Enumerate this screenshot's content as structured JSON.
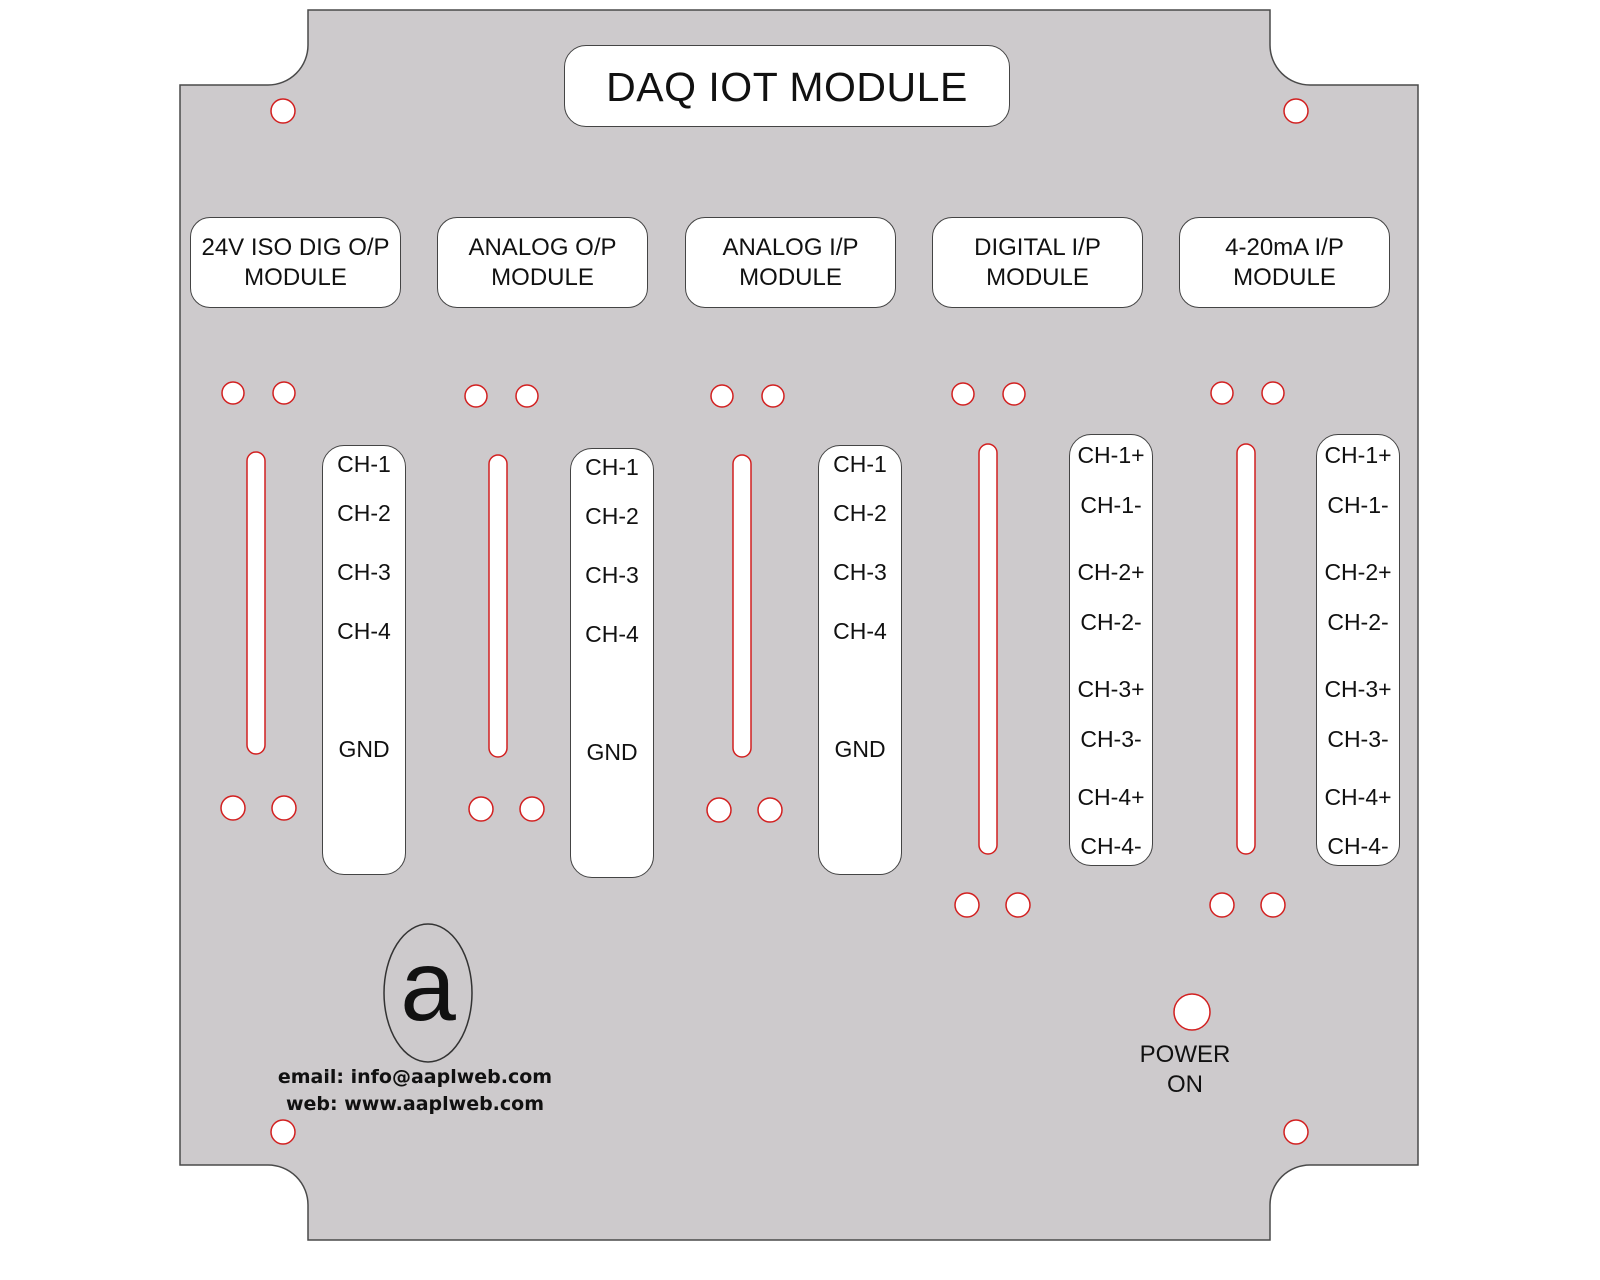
{
  "panel": {
    "title": "DAQ IOT MODULE",
    "colors": {
      "plate": "#cdcacc",
      "plate_edge": "#4a4a4a",
      "hole_stroke": "#d22020",
      "label_bg": "#ffffff"
    }
  },
  "modules": [
    {
      "line1": "24V ISO DIG O/P",
      "line2": "MODULE",
      "channels": [
        "CH-1",
        "CH-2",
        "CH-3",
        "CH-4",
        "GND"
      ]
    },
    {
      "line1": "ANALOG O/P",
      "line2": "MODULE",
      "channels": [
        "CH-1",
        "CH-2",
        "CH-3",
        "CH-4",
        "GND"
      ]
    },
    {
      "line1": "ANALOG I/P",
      "line2": "MODULE",
      "channels": [
        "CH-1",
        "CH-2",
        "CH-3",
        "CH-4",
        "GND"
      ]
    },
    {
      "line1": "DIGITAL I/P",
      "line2": "MODULE",
      "channels": [
        "CH-1+",
        "CH-1-",
        "CH-2+",
        "CH-2-",
        "CH-3+",
        "CH-3-",
        "CH-4+",
        "CH-4-"
      ]
    },
    {
      "line1": "4-20mA I/P",
      "line2": "MODULE",
      "channels": [
        "CH-1+",
        "CH-1-",
        "CH-2+",
        "CH-2-",
        "CH-3+",
        "CH-3-",
        "CH-4+",
        "CH-4-"
      ]
    }
  ],
  "logo": {
    "letter": "a"
  },
  "contact": {
    "email": "email: info@aaplweb.com",
    "web": "web: www.aaplweb.com"
  },
  "power": {
    "line1": "POWER",
    "line2": "ON"
  }
}
